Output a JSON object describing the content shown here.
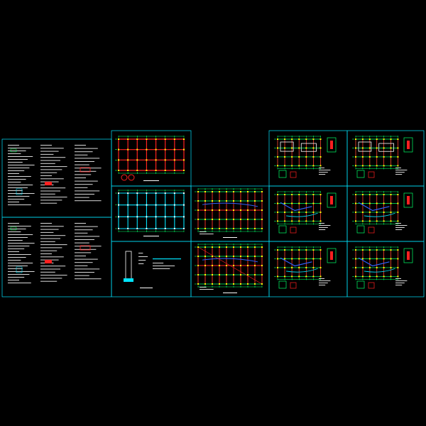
{
  "drawing": {
    "background": "#000000",
    "frame_color": "#00e5ff",
    "colors": {
      "grid_green": "#00ff66",
      "beam_red": "#ff2020",
      "text_white": "#ffffff",
      "accent_cyan": "#00e5ff",
      "accent_blue": "#3060ff",
      "accent_yellow": "#ffff00"
    },
    "sheets": [
      {
        "id": "general-notes-1",
        "kind": "notes"
      },
      {
        "id": "general-notes-2",
        "kind": "notes"
      },
      {
        "id": "foundation-plan",
        "kind": "plan-red"
      },
      {
        "id": "column-grid-plan",
        "kind": "plan-cyan"
      },
      {
        "id": "column-detail",
        "kind": "detail"
      },
      {
        "id": "floor-beam-plan-1",
        "kind": "plan-mixed"
      },
      {
        "id": "floor-beam-plan-2",
        "kind": "plan-mixed-red"
      },
      {
        "id": "stair-plan-1",
        "kind": "small-plan"
      },
      {
        "id": "stair-plan-2",
        "kind": "small-plan-blue"
      },
      {
        "id": "stair-plan-3",
        "kind": "small-plan-blue"
      },
      {
        "id": "roof-plan-1",
        "kind": "small-plan"
      },
      {
        "id": "roof-plan-2",
        "kind": "small-plan-blue"
      },
      {
        "id": "roof-plan-3",
        "kind": "small-plan-blue"
      }
    ]
  }
}
